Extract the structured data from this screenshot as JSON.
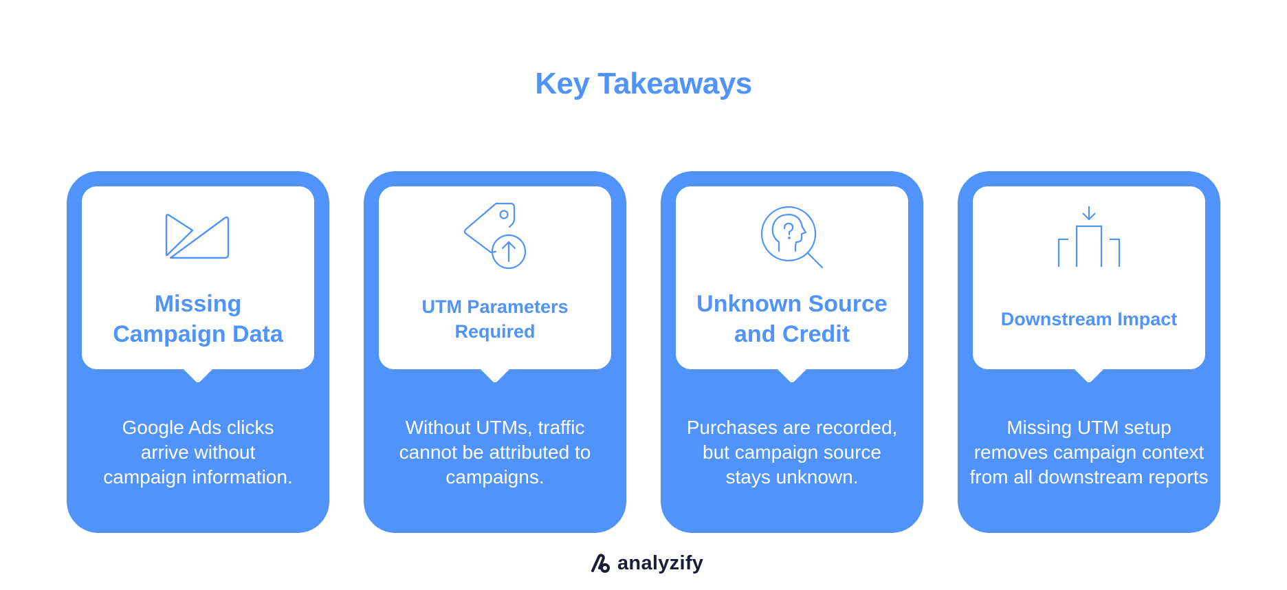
{
  "header": {
    "title": "Key Takeaways"
  },
  "theme": {
    "accent": "#5093fd",
    "panel": "#ffffff",
    "body_text": "#ffffff",
    "brand_text": "#1a1d33"
  },
  "cards": [
    {
      "icon": "play-triangle-icon",
      "title": "Missing Campaign Data",
      "title_lines": [
        "Missing",
        "Campaign Data"
      ],
      "body": "Google Ads clicks arrive without campaign information."
    },
    {
      "icon": "tag-upload-icon",
      "title": "UTM Parameters Required",
      "title_lines": [
        "UTM Parameters",
        "Required"
      ],
      "body": "Without UTMs, traffic cannot be attributed to campaigns."
    },
    {
      "icon": "unknown-person-search-icon",
      "title": "Unknown Source and Credit",
      "title_lines": [
        "Unknown Source",
        "and Credit"
      ],
      "body": "Purchases are recorded, but campaign source stays unknown."
    },
    {
      "icon": "downstream-bars-icon",
      "title": "Downstream Impact",
      "title_lines": [
        "Downstream Impact"
      ],
      "body": "Missing UTM setup removes campaign context from all downstream reports"
    }
  ],
  "footer": {
    "brand_name": "analyzify",
    "brand_icon": "analyzify-logo-icon"
  }
}
